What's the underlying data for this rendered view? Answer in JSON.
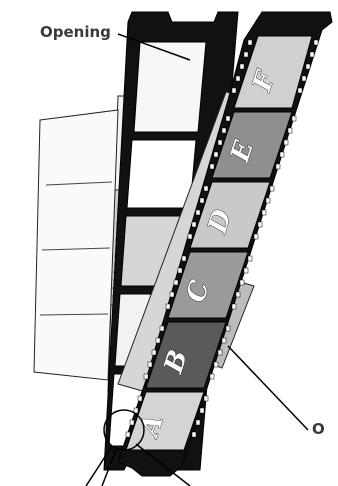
{
  "labels": {
    "opening": "Opening",
    "right_cut": "O"
  },
  "film_frames": [
    "A",
    "B",
    "C",
    "D",
    "E",
    "F"
  ],
  "colors": {
    "holder": "#111111",
    "film_dark": "#2a2a2a",
    "frame_light": "#c9c9c9",
    "frame_mid": "#8f8f8f",
    "cover_fill": "#d8d8d8",
    "tray_fill": "#eeeeee",
    "line": "#222222"
  }
}
